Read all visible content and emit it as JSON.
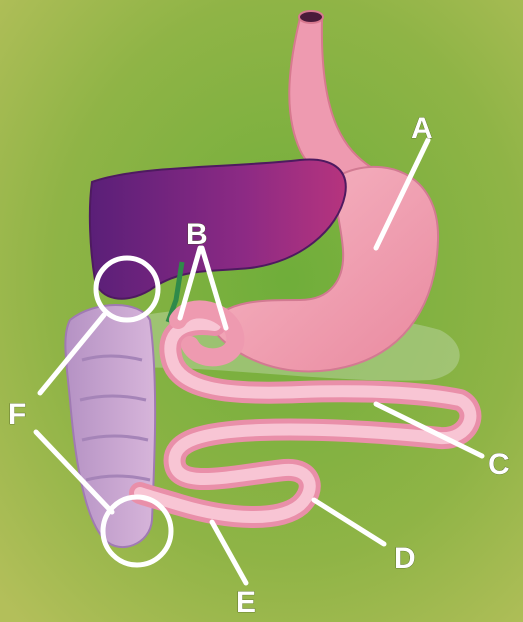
{
  "diagram": {
    "labels": {
      "a": "A",
      "b": "B",
      "c": "C",
      "d": "D",
      "e": "E",
      "f": "F"
    },
    "colors": {
      "background": "#98b54a",
      "liver": "#8a2a82",
      "stomach": "#f2a6b8",
      "small_intestine": "#f4b6cb",
      "large_intestine": "#c9a2cf",
      "bile_duct": "#2f8a4a",
      "label": "#ffffff"
    }
  }
}
